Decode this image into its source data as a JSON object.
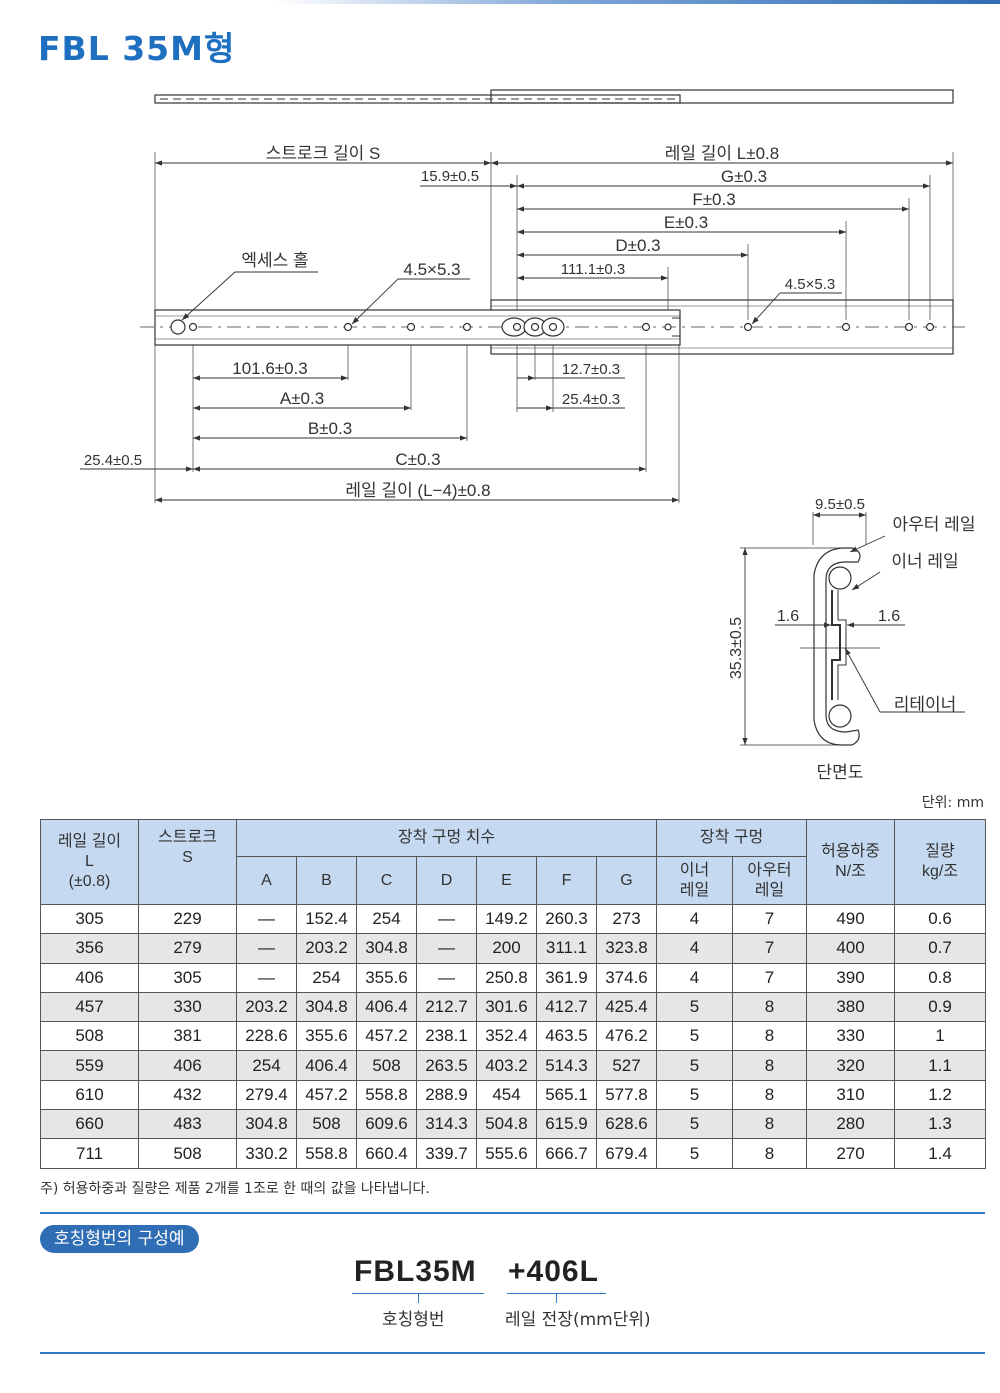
{
  "page": {
    "title": "FBL 35M형",
    "unit": "단위: mm",
    "note": "주) 허용하중과 질량은 제품 2개를 1조로 한 때의 값을 나타냅니다."
  },
  "drawing": {
    "stroke_length": "스트로크 길이 S",
    "rail_length": "레일 길이 L±0.8",
    "dim_15_9": "15.9±0.5",
    "dim_G": "G±0.3",
    "dim_F": "F±0.3",
    "dim_E": "E±0.3",
    "dim_D": "D±0.3",
    "dim_111_1": "111.1±0.3",
    "access_hole": "엑세스 홀",
    "hole_left": "4.5×5.3",
    "hole_right": "4.5×5.3",
    "dim_101_6": "101.6±0.3",
    "dim_A": "A±0.3",
    "dim_B": "B±0.3",
    "dim_C": "C±0.3",
    "dim_25_4_left": "25.4±0.5",
    "dim_12_7": "12.7±0.3",
    "dim_25_4": "25.4±0.3",
    "rail_length_l4": "레일 길이 (L−4)±0.8",
    "dim_9_5": "9.5±0.5",
    "outer_rail": "아우터 레일",
    "inner_rail": "이너 레일",
    "dim_1_6_left": "1.6",
    "dim_1_6_right": "1.6",
    "dim_35_3": "35.3±0.5",
    "retainer": "리테이너",
    "section": "단면도"
  },
  "table": {
    "h_rail": [
      "레일 길이",
      "L",
      "(±0.8)"
    ],
    "h_stroke": [
      "스트로크",
      "S"
    ],
    "h_mount": "장착 구멍 치수",
    "h_holes": "장착 구멍",
    "h_load": [
      "허용하중",
      "N/조"
    ],
    "h_mass": [
      "질량",
      "kg/조"
    ],
    "sub": [
      "A",
      "B",
      "C",
      "D",
      "E",
      "F",
      "G"
    ],
    "h_inner": [
      "이너",
      "레일"
    ],
    "h_outer": [
      "아우터",
      "레일"
    ],
    "rows": [
      [
        "305",
        "229",
        "—",
        "152.4",
        "254",
        "—",
        "149.2",
        "260.3",
        "273",
        "4",
        "7",
        "490",
        "0.6"
      ],
      [
        "356",
        "279",
        "—",
        "203.2",
        "304.8",
        "—",
        "200",
        "311.1",
        "323.8",
        "4",
        "7",
        "400",
        "0.7"
      ],
      [
        "406",
        "305",
        "—",
        "254",
        "355.6",
        "—",
        "250.8",
        "361.9",
        "374.6",
        "4",
        "7",
        "390",
        "0.8"
      ],
      [
        "457",
        "330",
        "203.2",
        "304.8",
        "406.4",
        "212.7",
        "301.6",
        "412.7",
        "425.4",
        "5",
        "8",
        "380",
        "0.9"
      ],
      [
        "508",
        "381",
        "228.6",
        "355.6",
        "457.2",
        "238.1",
        "352.4",
        "463.5",
        "476.2",
        "5",
        "8",
        "330",
        "1"
      ],
      [
        "559",
        "406",
        "254",
        "406.4",
        "508",
        "263.5",
        "403.2",
        "514.3",
        "527",
        "5",
        "8",
        "320",
        "1.1"
      ],
      [
        "610",
        "432",
        "279.4",
        "457.2",
        "558.8",
        "288.9",
        "454",
        "565.1",
        "577.8",
        "5",
        "8",
        "310",
        "1.2"
      ],
      [
        "660",
        "483",
        "304.8",
        "508",
        "609.6",
        "314.3",
        "504.8",
        "615.9",
        "628.6",
        "5",
        "8",
        "280",
        "1.3"
      ],
      [
        "711",
        "508",
        "330.2",
        "558.8",
        "660.4",
        "339.7",
        "555.6",
        "666.7",
        "679.4",
        "5",
        "8",
        "270",
        "1.4"
      ]
    ]
  },
  "part_number": {
    "section_label": "호칭형번의 구성예",
    "code": "FBL35M",
    "suffix": "+406L",
    "code_label": "호칭형번",
    "suffix_label": "레일 전장(mm단위)"
  }
}
